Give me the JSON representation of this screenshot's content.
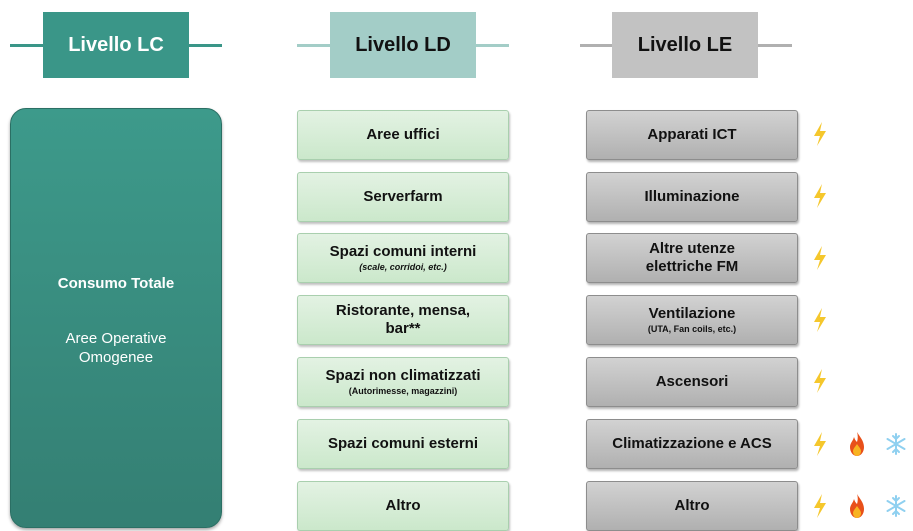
{
  "headers": {
    "lc": "Livello LC",
    "ld": "Livello LD",
    "le": "Livello LE"
  },
  "lc": {
    "title": "Consumo Totale",
    "subtitle_line1": "Aree Operative",
    "subtitle_line2": "Omogenee"
  },
  "ld_items": [
    {
      "label": "Aree uffici",
      "sub": ""
    },
    {
      "label": "Serverfarm",
      "sub": ""
    },
    {
      "label": "Spazi comuni interni",
      "sub": "(scale, corridoi, etc.)"
    },
    {
      "label": "Ristorante, mensa, bar**",
      "sub": ""
    },
    {
      "label": "Spazi non climatizzati",
      "sub": "(Autorimesse, magazzini)"
    },
    {
      "label": "Spazi comuni esterni",
      "sub": ""
    },
    {
      "label": "Altro",
      "sub": ""
    }
  ],
  "le_items": [
    {
      "label": "Apparati ICT",
      "sub": "",
      "icons": [
        "lightning-icon"
      ]
    },
    {
      "label": "Illuminazione",
      "sub": "",
      "icons": [
        "lightning-icon"
      ]
    },
    {
      "label": "Altre utenze elettriche FM",
      "sub": "",
      "icons": [
        "lightning-icon"
      ]
    },
    {
      "label": "Ventilazione",
      "sub": "(UTA, Fan coils, etc.)",
      "icons": [
        "lightning-icon"
      ]
    },
    {
      "label": "Ascensori",
      "sub": "",
      "icons": [
        "lightning-icon"
      ]
    },
    {
      "label": "Climatizzazione e ACS",
      "sub": "",
      "icons": [
        "lightning-icon",
        "flame-icon",
        "snowflake-icon"
      ]
    },
    {
      "label": "Altro",
      "sub": "",
      "icons": [
        "lightning-icon",
        "flame-icon",
        "snowflake-icon"
      ]
    }
  ],
  "colors": {
    "lc": "#3a9688",
    "ld": "#a3cdc7",
    "le": "#c2c2c2",
    "ld_box": "#d6edd6",
    "le_box": "#bdbdbd",
    "lightning": "#f5c72c",
    "flame": "#e8501a",
    "snowflake": "#8fd0f0"
  }
}
